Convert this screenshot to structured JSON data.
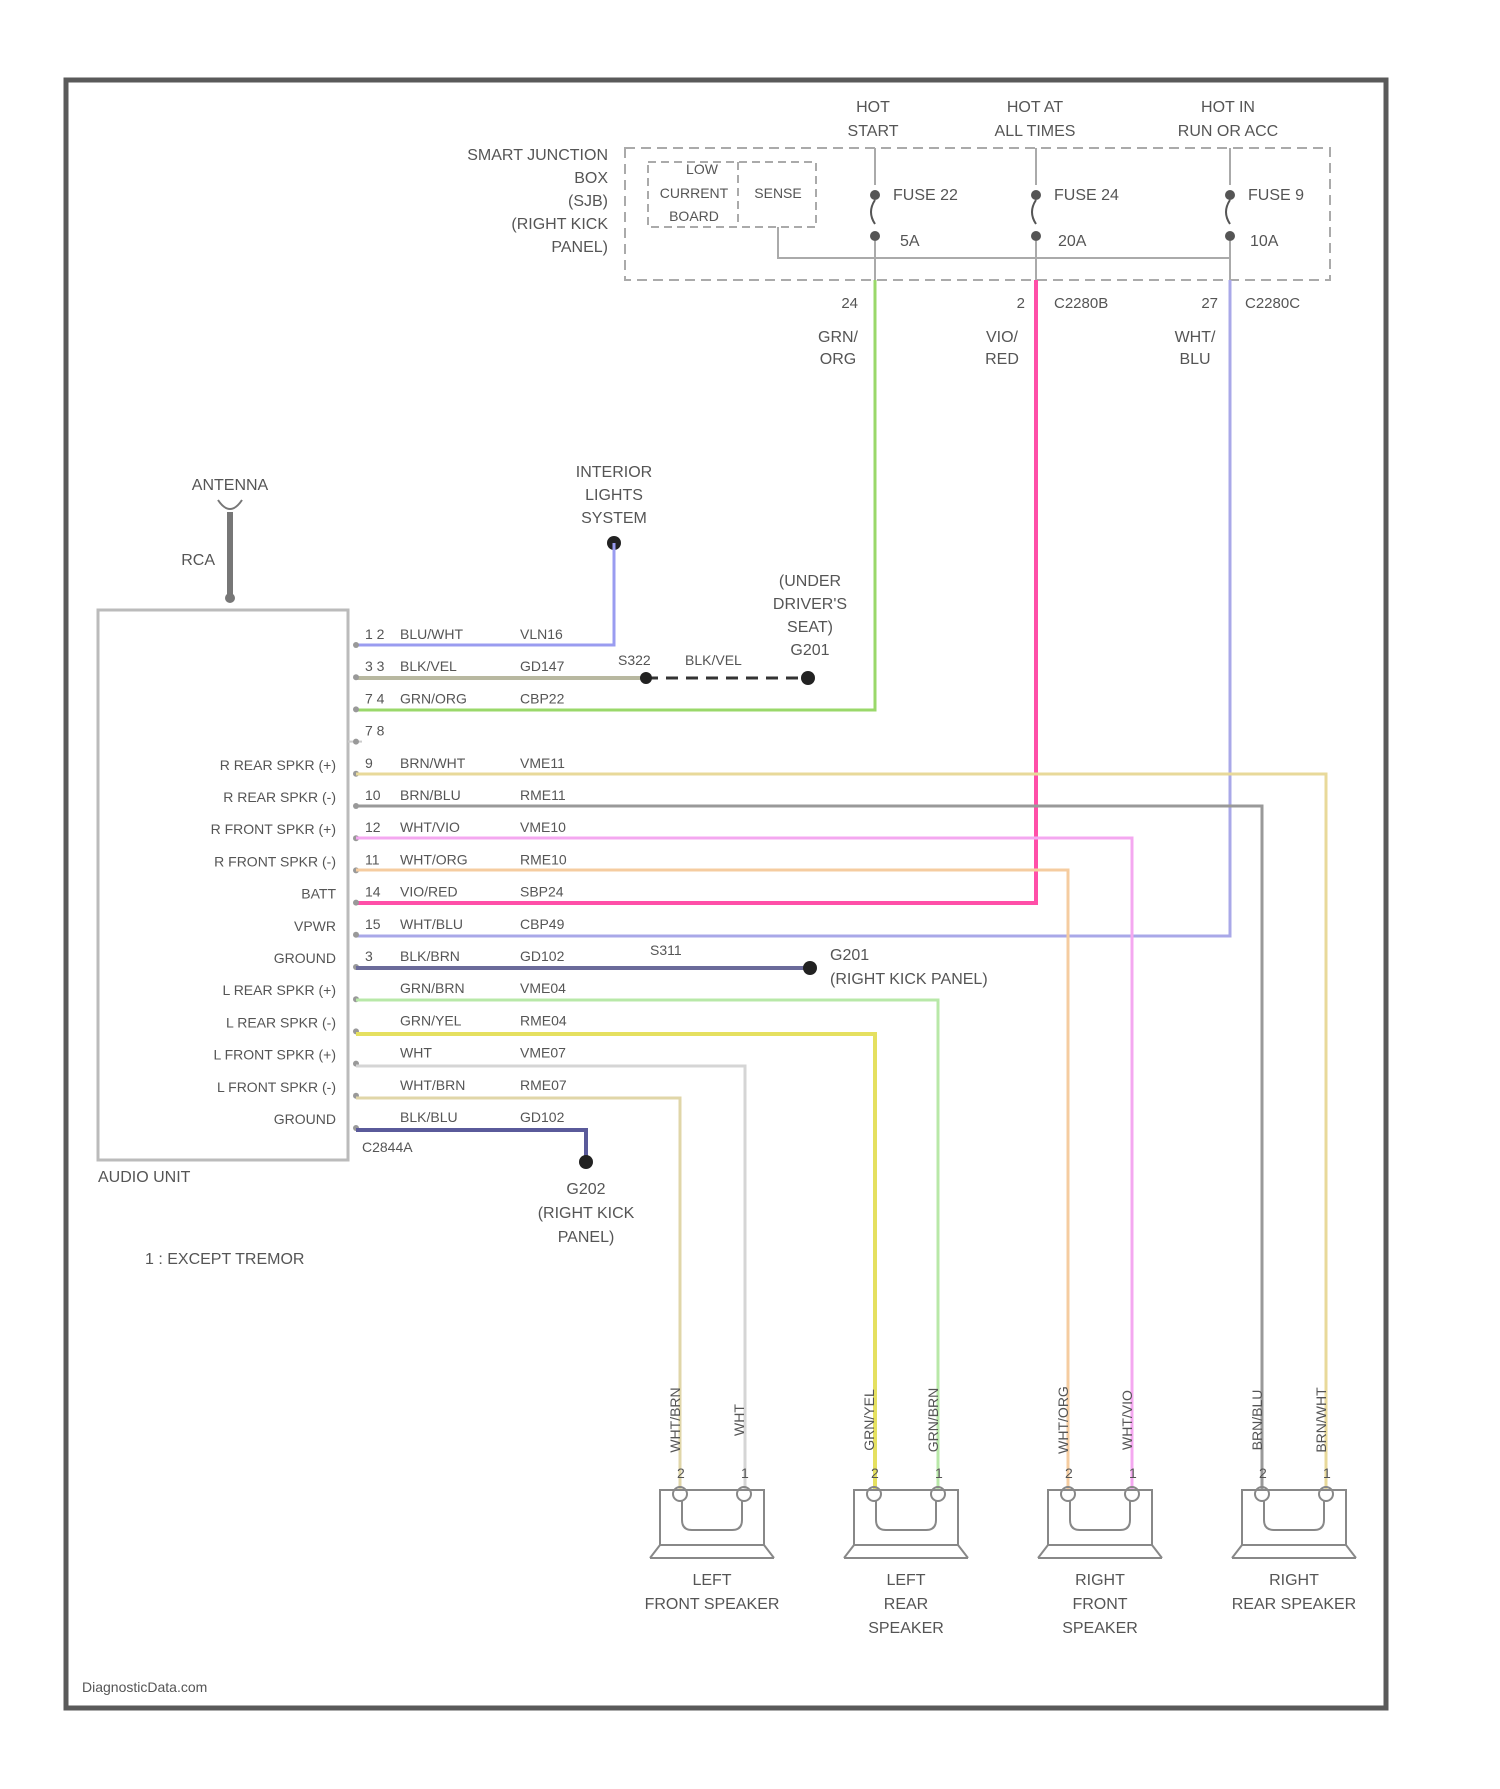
{
  "junction_box": {
    "name_lines": [
      "SMART JUNCTION",
      "BOX",
      "(SJB)",
      "(RIGHT KICK",
      "PANEL)"
    ],
    "module_lines": [
      "LOW",
      "CURRENT",
      "BOARD"
    ],
    "sense_label": "SENSE",
    "hot_labels": [
      {
        "lines": [
          "HOT",
          "START"
        ]
      },
      {
        "lines": [
          "HOT AT",
          "ALL TIMES"
        ]
      },
      {
        "lines": [
          "HOT IN",
          "RUN OR ACC"
        ]
      }
    ],
    "fuses": [
      {
        "name": "FUSE 22",
        "rating": "5A"
      },
      {
        "name": "FUSE 24",
        "rating": "20A"
      },
      {
        "name": "FUSE 9",
        "rating": "10A"
      }
    ],
    "outputs": [
      {
        "pin": "24",
        "connector": "",
        "color_lines": [
          "GRN/",
          "ORG"
        ],
        "color": "#9ad86a"
      },
      {
        "pin": "2",
        "connector": "C2280B",
        "color_lines": [
          "VIO/",
          "RED"
        ],
        "color": "#ff4fa8"
      },
      {
        "pin": "27",
        "connector": "C2280C",
        "color_lines": [
          "WHT/",
          "BLU"
        ],
        "color": "#a9a8e8"
      }
    ]
  },
  "antenna": {
    "label": "ANTENNA",
    "cable": "RCA"
  },
  "interior_lights": {
    "lines": [
      "INTERIOR",
      "LIGHTS",
      "SYSTEM"
    ]
  },
  "under_seat": {
    "lines": [
      "(UNDER",
      "DRIVER'S",
      "SEAT)",
      "G201"
    ]
  },
  "s_splice": {
    "id": "S322",
    "color": "BLK/VEL"
  },
  "audio_unit": {
    "name": "AUDIO UNIT",
    "pins": [
      {
        "label": "",
        "pin": "1 2",
        "wire": "BLU/WHT",
        "circuit": "VLN16",
        "color": "#9a9cf0"
      },
      {
        "label": "",
        "pin": "3 3",
        "wire": "BLK/VEL",
        "circuit": "GD147",
        "color": "#b8b8a0"
      },
      {
        "label": "",
        "pin": "7 4",
        "wire": "GRN/ORG",
        "circuit": "CBP22",
        "color": "#a8de78"
      },
      {
        "label": "",
        "pin": "7 8",
        "wire": "",
        "circuit": "",
        "color": "#cccccc"
      },
      {
        "label": "R REAR SPKR (+)",
        "pin": "9",
        "wire": "BRN/WHT",
        "circuit": "VME11",
        "color": "#e8d99a"
      },
      {
        "label": "R REAR SPKR (-)",
        "pin": "10",
        "wire": "BRN/BLU",
        "circuit": "RME11",
        "color": "#999999"
      },
      {
        "label": "R FRONT SPKR (+)",
        "pin": "12",
        "wire": "WHT/VIO",
        "circuit": "VME10",
        "color": "#f4a8f0"
      },
      {
        "label": "R FRONT SPKR (-)",
        "pin": "11",
        "wire": "WHT/ORG",
        "circuit": "RME10",
        "color": "#f5cca0"
      },
      {
        "label": "BATT",
        "pin": "14",
        "wire": "VIO/RED",
        "circuit": "SBP24",
        "color": "#ff4fa8"
      },
      {
        "label": "VPWR",
        "pin": "15",
        "wire": "WHT/BLU",
        "circuit": "CBP49",
        "color": "#a9a8e8"
      },
      {
        "label": "GROUND",
        "pin": "3",
        "wire": "BLK/BRN",
        "circuit": "GD102",
        "color": "#6b6b9a"
      },
      {
        "label": "L REAR SPKR (+)",
        "pin": "",
        "wire": "GRN/BRN",
        "circuit": "VME04",
        "color": "#b8e8a8"
      },
      {
        "label": "L REAR SPKR (-)",
        "pin": "",
        "wire": "GRN/YEL",
        "circuit": "RME04",
        "color": "#e5e060"
      },
      {
        "label": "L FRONT SPKR (+)",
        "pin": "",
        "wire": "WHT",
        "circuit": "VME07",
        "color": "#d5d5d5"
      },
      {
        "label": "L FRONT SPKR (-)",
        "pin": "",
        "wire": "WHT/BRN",
        "circuit": "RME07",
        "color": "#e0d6a8"
      },
      {
        "label": "GROUND",
        "pin": "",
        "wire": "BLK/BLU",
        "circuit": "GD102",
        "color": "#5a5a9a"
      }
    ],
    "ground_splice": "S311",
    "ground_connector": "C2844A"
  },
  "ground_right": {
    "id": "G201",
    "location": "(RIGHT KICK PANEL)"
  },
  "ground_bottom": {
    "lines": [
      "G202",
      "(RIGHT KICK",
      "PANEL)"
    ]
  },
  "footnote": "1 : EXCEPT TREMOR",
  "speakers": [
    {
      "lines": [
        "LEFT",
        "FRONT SPEAKER"
      ],
      "wires": [
        "WHT/BRN",
        "WHT"
      ],
      "pins": [
        "2",
        "1"
      ]
    },
    {
      "lines": [
        "LEFT",
        "REAR",
        "SPEAKER"
      ],
      "wires": [
        "GRN/YEL",
        "GRN/BRN"
      ],
      "pins": [
        "2",
        "1"
      ]
    },
    {
      "lines": [
        "RIGHT",
        "FRONT",
        "SPEAKER"
      ],
      "wires": [
        "WHT/ORG",
        "WHT/VIO"
      ],
      "pins": [
        "2",
        "1"
      ]
    },
    {
      "lines": [
        "RIGHT",
        "REAR SPEAKER"
      ],
      "wires": [
        "BRN/BLU",
        "BRN/WHT"
      ],
      "pins": [
        "2",
        "1"
      ]
    }
  ],
  "watermark": "DiagnosticData.com"
}
